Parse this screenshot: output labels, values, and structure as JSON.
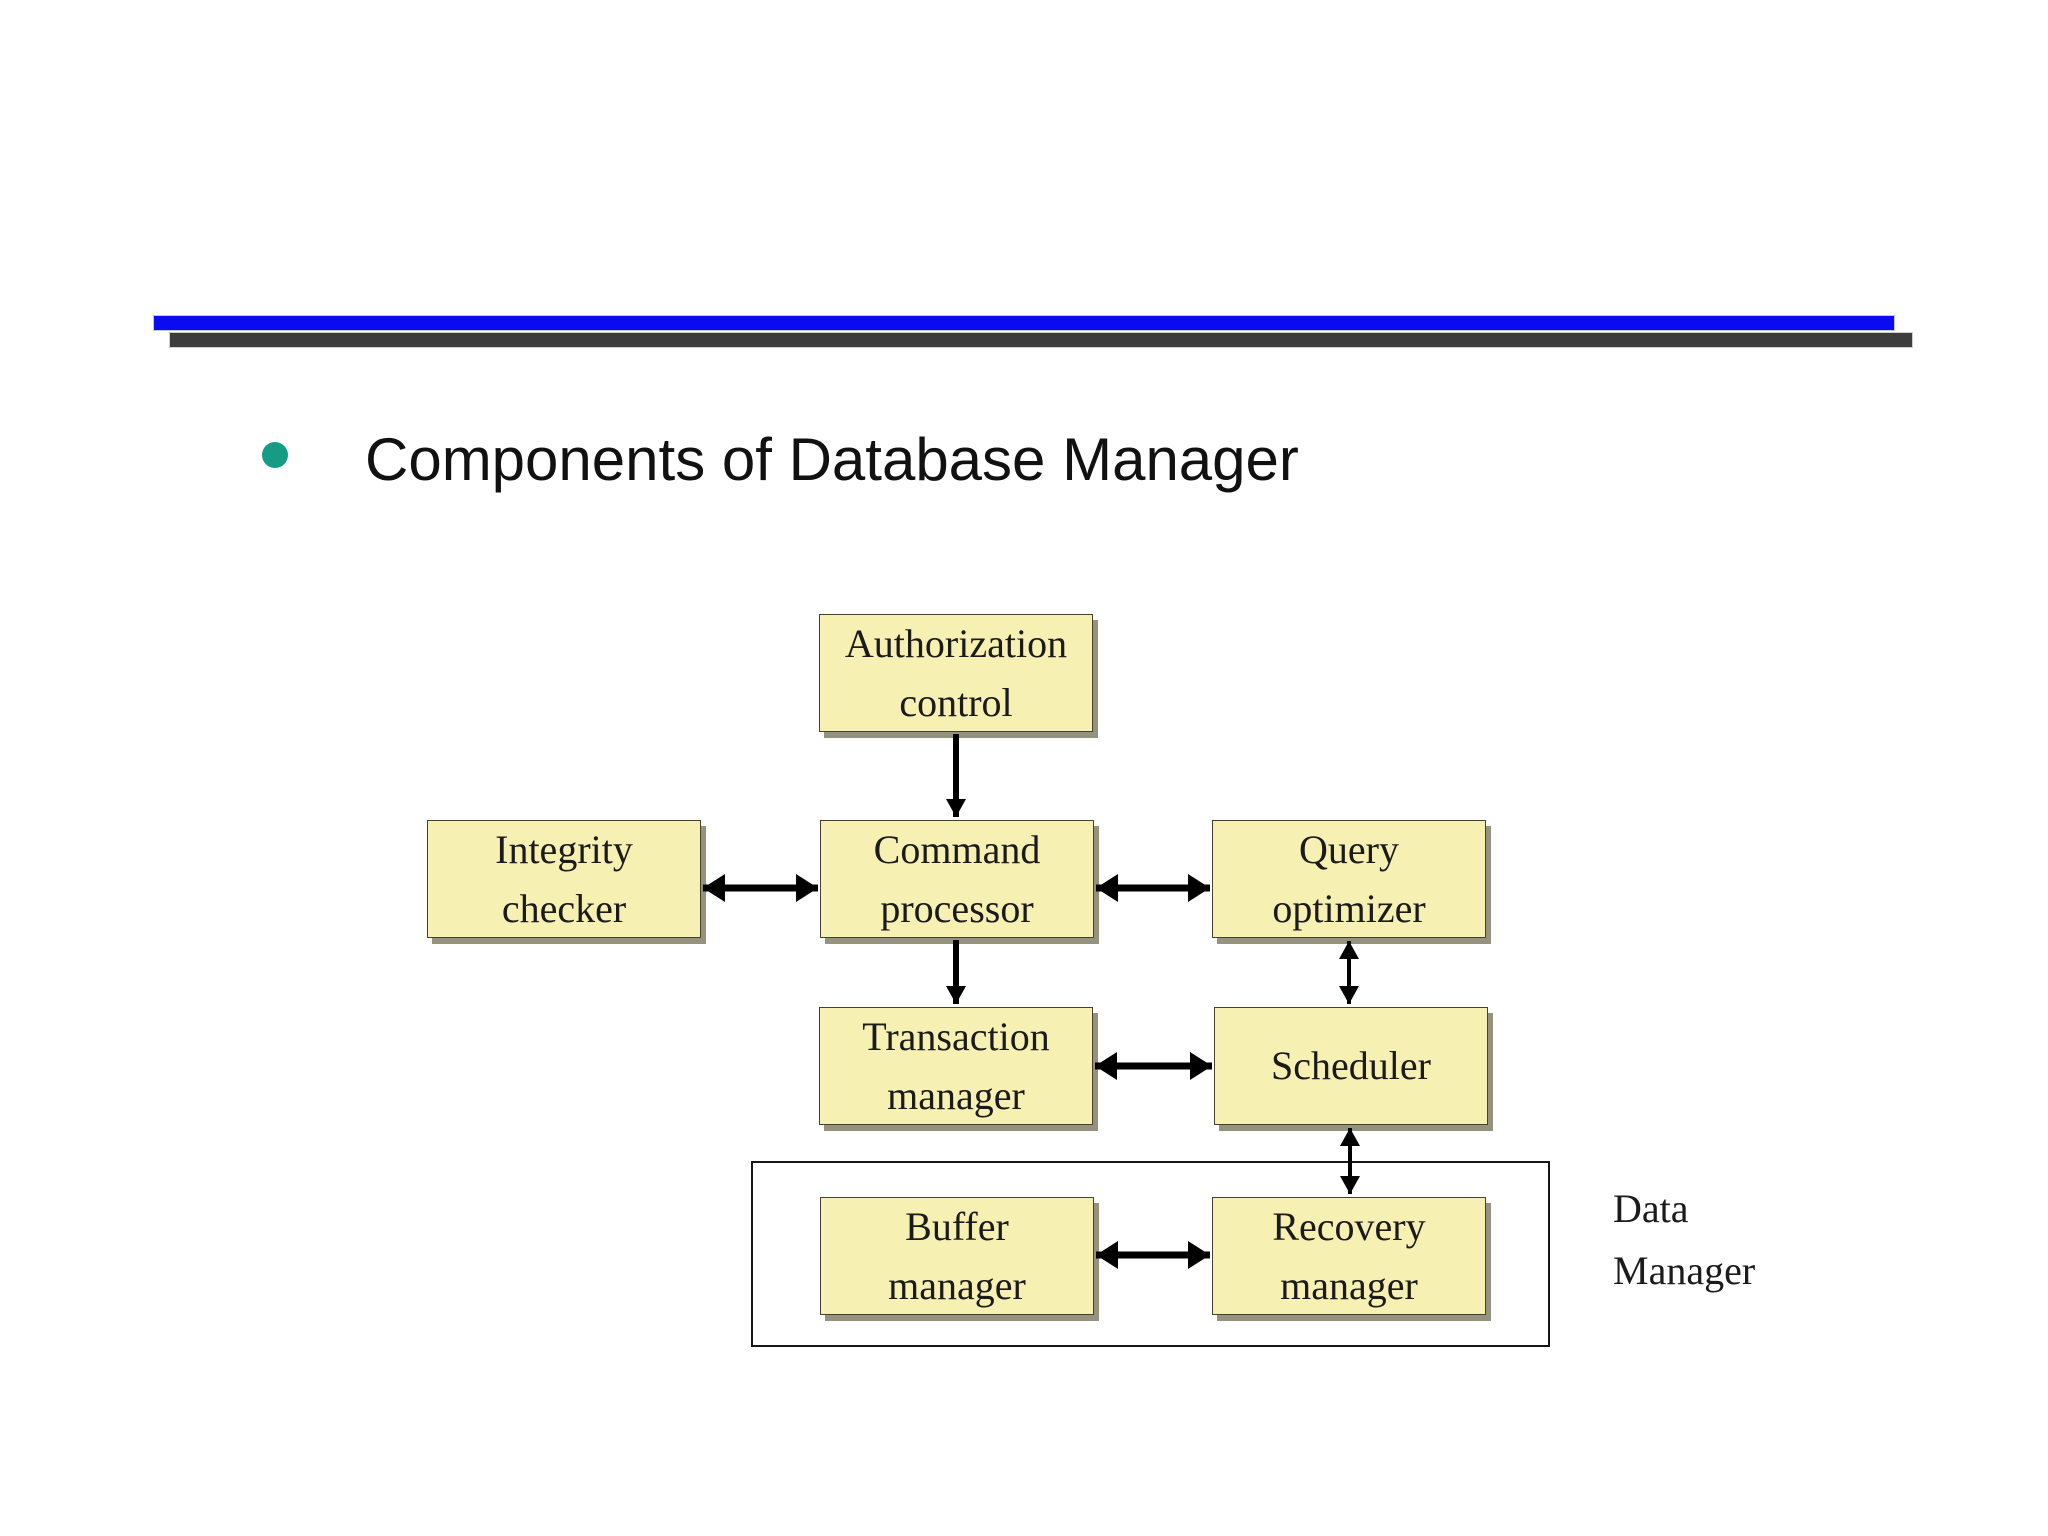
{
  "slide": {
    "title": "Components of Database Manager"
  },
  "theme": {
    "rule_blue": "#0b0bf2",
    "rule_dark": "#3d3d3d",
    "bullet": "#169b85",
    "box_fill": "#f6f0b3",
    "box_border": "#44412e",
    "box_shadow": "#95927f",
    "arrow": "#000000",
    "title_color": "#111111",
    "background": "#ffffff"
  },
  "diagram": {
    "boxes": [
      {
        "id": "authorization-control",
        "lines": [
          "Authorization",
          "control"
        ]
      },
      {
        "id": "integrity-checker",
        "lines": [
          "Integrity",
          "checker"
        ]
      },
      {
        "id": "command-processor",
        "lines": [
          "Command",
          "processor"
        ]
      },
      {
        "id": "query-optimizer",
        "lines": [
          "Query",
          "optimizer"
        ]
      },
      {
        "id": "transaction-manager",
        "lines": [
          "Transaction",
          "manager"
        ]
      },
      {
        "id": "scheduler",
        "lines": [
          "Scheduler"
        ]
      },
      {
        "id": "buffer-manager",
        "lines": [
          "Buffer",
          "manager"
        ]
      },
      {
        "id": "recovery-manager",
        "lines": [
          "Recovery",
          "manager"
        ]
      }
    ],
    "group_label": {
      "lines": [
        "Data",
        "Manager"
      ]
    },
    "connections": [
      {
        "from": "authorization-control",
        "to": "command-processor",
        "type": "single",
        "direction": "down"
      },
      {
        "from": "integrity-checker",
        "to": "command-processor",
        "type": "double",
        "direction": "horizontal"
      },
      {
        "from": "command-processor",
        "to": "query-optimizer",
        "type": "double",
        "direction": "horizontal"
      },
      {
        "from": "command-processor",
        "to": "transaction-manager",
        "type": "single",
        "direction": "down"
      },
      {
        "from": "query-optimizer",
        "to": "scheduler",
        "type": "double",
        "direction": "vertical"
      },
      {
        "from": "transaction-manager",
        "to": "scheduler",
        "type": "double",
        "direction": "horizontal"
      },
      {
        "from": "scheduler",
        "to": "recovery-manager",
        "type": "double",
        "direction": "vertical"
      },
      {
        "from": "buffer-manager",
        "to": "recovery-manager",
        "type": "double",
        "direction": "horizontal"
      }
    ]
  }
}
